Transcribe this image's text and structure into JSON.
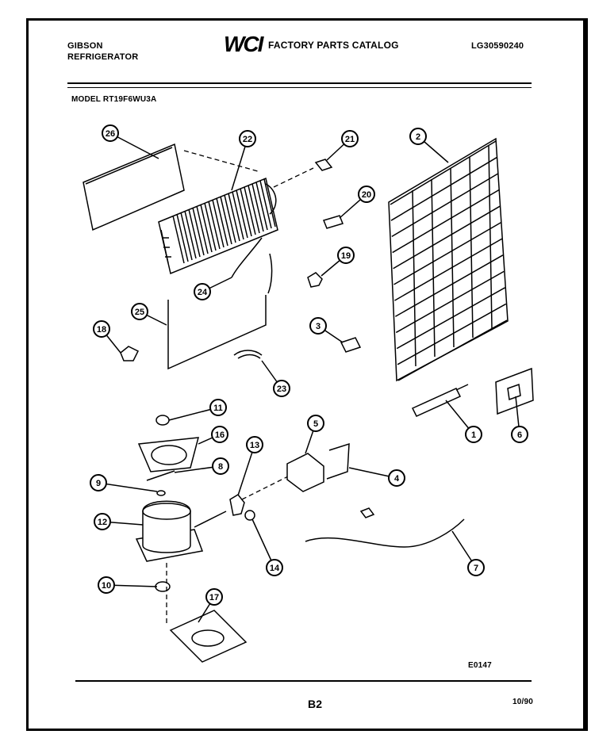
{
  "header": {
    "brand": "GIBSON",
    "product": "REFRIGERATOR",
    "logo_text": "WCI",
    "catalog_title": "FACTORY PARTS CATALOG",
    "catalog_code": "LG30590240"
  },
  "model_line": "MODEL RT19F6WU3A",
  "callouts": [
    "26",
    "22",
    "21",
    "2",
    "20",
    "19",
    "24",
    "25",
    "18",
    "3",
    "23",
    "11",
    "16",
    "8",
    "9",
    "13",
    "5",
    "4",
    "12",
    "14",
    "7",
    "10",
    "17",
    "1",
    "6"
  ],
  "footer": {
    "diagram_code": "E0147",
    "page": "B2",
    "date": "10/90"
  }
}
